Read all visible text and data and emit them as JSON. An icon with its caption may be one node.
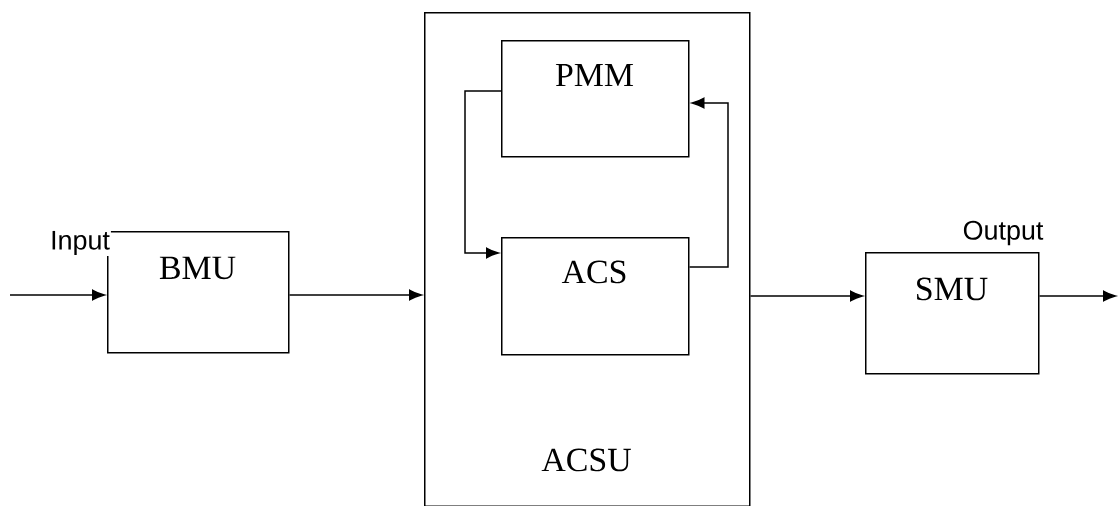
{
  "diagram": {
    "nodes": [
      {
        "text": [
          "BMU"
        ]
      },
      {
        "text": [
          "ACSU"
        ]
      },
      {
        "text": [
          "PMM"
        ],
        "in": 1
      },
      {
        "text": [
          "ACS"
        ],
        "in": 1
      },
      {
        "text": [
          "SMU"
        ]
      }
    ],
    "edges": [
      {
        "from": null,
        "to": 0,
        "arrow": "to",
        "label": "Input"
      },
      {
        "from": 0,
        "to": 1,
        "arrow": "to"
      },
      {
        "from": 2,
        "to": 3,
        "arrow": "to"
      },
      {
        "from": 3,
        "to": 2,
        "arrow": "to"
      },
      {
        "from": 1,
        "to": 4,
        "arrow": "to"
      },
      {
        "from": 4,
        "to": null,
        "arrow": "to",
        "label": "Output"
      }
    ]
  }
}
